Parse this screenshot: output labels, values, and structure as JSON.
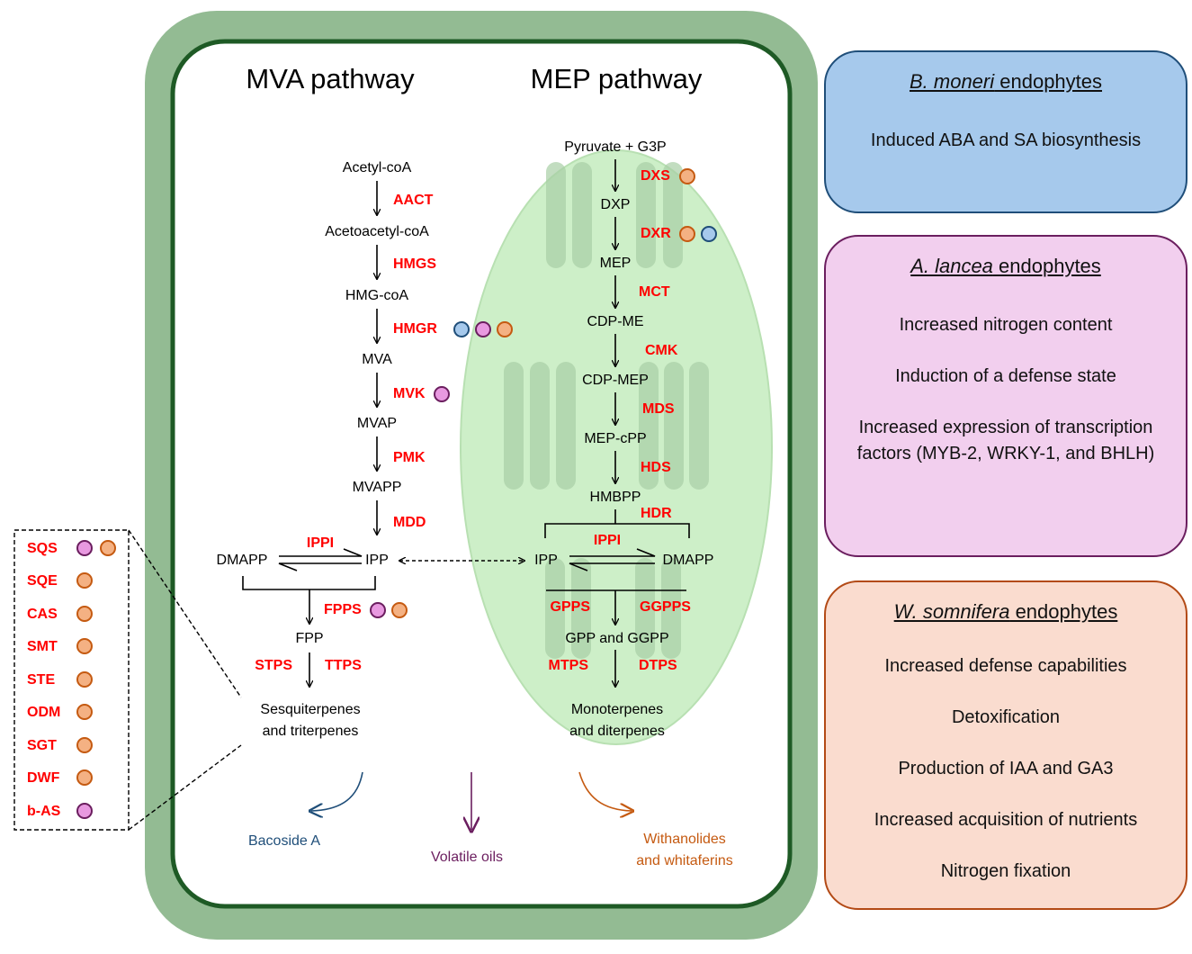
{
  "titles": {
    "mva": "MVA pathway",
    "mep": "MEP pathway"
  },
  "mva": {
    "metabolites": [
      "Acetyl-coA",
      "Acetoacetyl-coA",
      "HMG-coA",
      "MVA",
      "MVAP",
      "MVAPP"
    ],
    "enzymes": [
      "AACT",
      "HMGS",
      "HMGR",
      "MVK",
      "PMK",
      "MDD"
    ],
    "dmapp": "DMAPP",
    "ipp": "IPP",
    "ippi": "IPPI",
    "fpps": "FPPS",
    "fpp": "FPP",
    "stps": "STPS",
    "ttps": "TTPS",
    "product_line1": "Sesquiterpenes",
    "product_line2": "and triterpenes"
  },
  "mep": {
    "metabolites": [
      "Pyruvate + G3P",
      "DXP",
      "MEP",
      "CDP-ME",
      "CDP-MEP",
      "MEP-cPP",
      "HMBPP"
    ],
    "enzymes": [
      "DXS",
      "DXR",
      "MCT",
      "CMK",
      "MDS",
      "HDS",
      "HDR"
    ],
    "ipp": "IPP",
    "dmapp": "DMAPP",
    "ippi": "IPPI",
    "gpps": "GPPS",
    "ggpps": "GGPPS",
    "gpp_ggpp": "GPP and GGPP",
    "mtps": "MTPS",
    "dtps": "DTPS",
    "product_line1": "Monoterpenes",
    "product_line2": "and diterpenes"
  },
  "side_enzymes": [
    "SQS",
    "SQE",
    "CAS",
    "SMT",
    "STE",
    "ODM",
    "SGT",
    "DWF",
    "b-AS"
  ],
  "outputs": {
    "bacoside": "Bacoside A",
    "volatile": "Volatile oils",
    "withanolides_line1": "Withanolides",
    "withanolides_line2": "and whitaferins"
  },
  "panels": {
    "bm": {
      "species": "B. moneri",
      "suffix": " endophytes",
      "items": [
        "Induced ABA and SA biosynthesis"
      ]
    },
    "al": {
      "species": "A. lancea",
      "suffix": " endophytes",
      "items": [
        "Increased nitrogen content",
        "Induction of a defense state",
        "Increased expression of transcription factors (MYB-2, WRKY-1, and BHLH)"
      ]
    },
    "ws": {
      "species": "W. somnifera",
      "suffix": " endophytes",
      "items": [
        "Increased defense capabilities",
        "Detoxification",
        "Production of IAA and GA3",
        "Increased acquisition of nutrients",
        "Nitrogen fixation"
      ]
    }
  },
  "colors": {
    "bm": "#a6c9ec",
    "al": "#e899e0",
    "ws": "#f4b183",
    "enzyme_red": "#ff0000",
    "cell_wall": "#93bb93",
    "chloroplast": "#cdefc8",
    "bacoside_blue": "#1f4e79",
    "volatile_purple": "#6b1e5f",
    "withanolide_orange": "#c55a11"
  }
}
